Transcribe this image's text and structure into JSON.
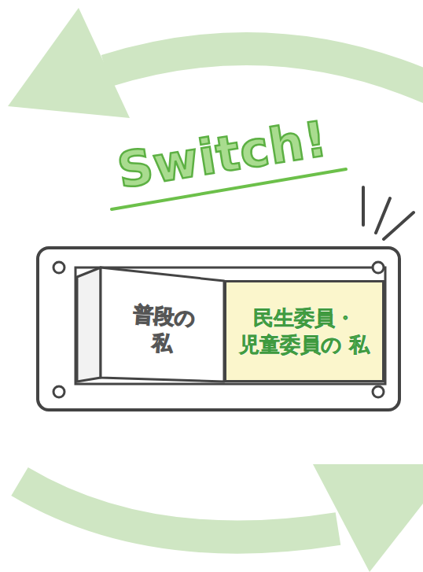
{
  "diagram": {
    "nodes": [
      {
        "text": [
          "普段の 私"
        ]
      },
      {
        "text": [
          "民生委員・ 児童委員の 私"
        ]
      }
    ],
    "labels": [
      "Switch!"
    ]
  }
}
